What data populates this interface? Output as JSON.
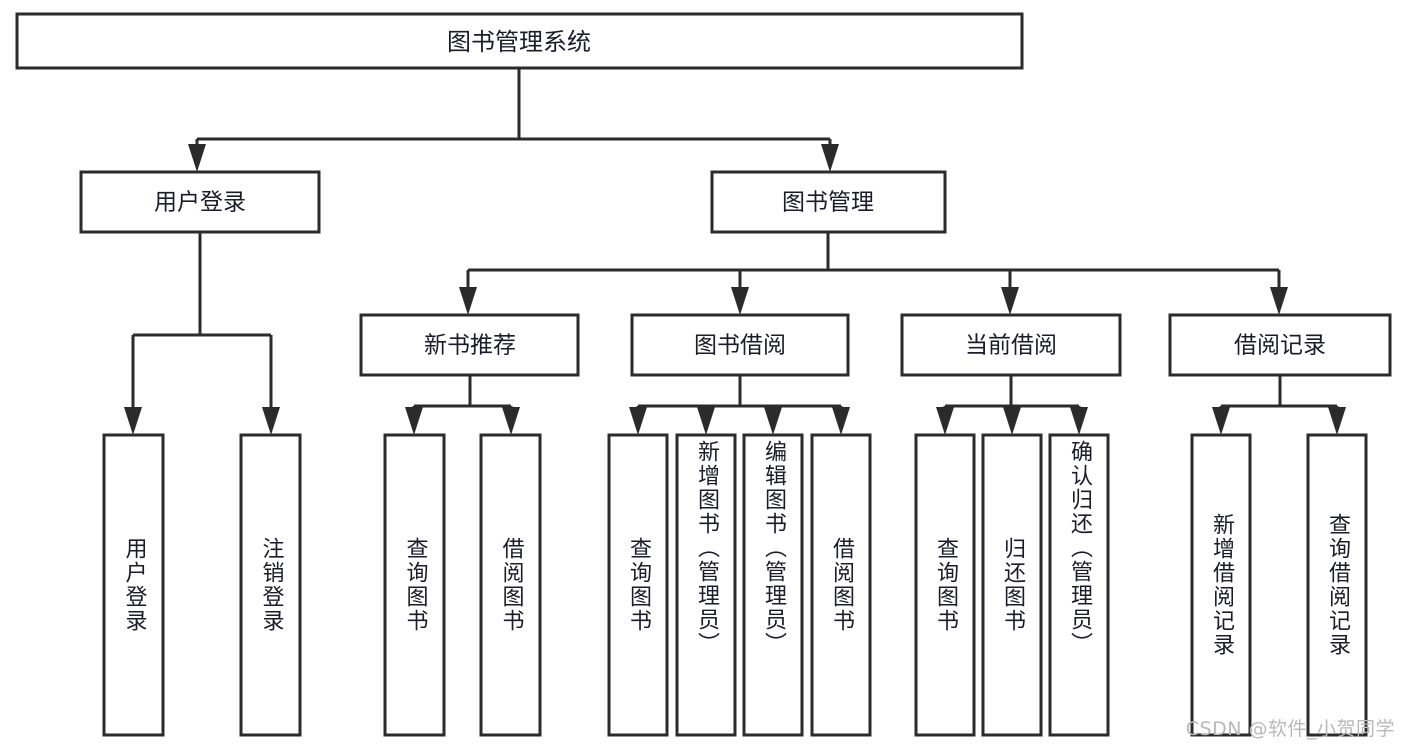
{
  "diagram": {
    "title": "图书管理系统",
    "type": "hierarchy-tree",
    "watermark": "CSDN @软件_小贺同学",
    "colors": {
      "background": "#ffffff",
      "box_stroke": "#2b2b2b",
      "box_fill": "#ffffff",
      "text": "#1b1b2b",
      "watermark": "#b9b9b9"
    },
    "root": {
      "label": "图书管理系统"
    },
    "level2": [
      {
        "label": "用户登录"
      },
      {
        "label": "图书管理"
      }
    ],
    "level3": [
      {
        "label": "新书推荐"
      },
      {
        "label": "图书借阅"
      },
      {
        "label": "当前借阅"
      },
      {
        "label": "借阅记录"
      }
    ],
    "leaves": {
      "user_login": [
        {
          "label": "用户登录"
        },
        {
          "label": "注销登录"
        }
      ],
      "new_book": [
        {
          "label": "查询图书"
        },
        {
          "label": "借阅图书"
        }
      ],
      "book_borrow": [
        {
          "label": "查询图书"
        },
        {
          "label": "新增图书（管理员）"
        },
        {
          "label": "编辑图书（管理员）"
        },
        {
          "label": "借阅图书"
        }
      ],
      "current_borrow": [
        {
          "label": "查询图书"
        },
        {
          "label": "归还图书"
        },
        {
          "label": "确认归还（管理员）"
        }
      ],
      "borrow_record": [
        {
          "label": "新增借阅记录"
        },
        {
          "label": "查询借阅记录"
        }
      ]
    }
  }
}
